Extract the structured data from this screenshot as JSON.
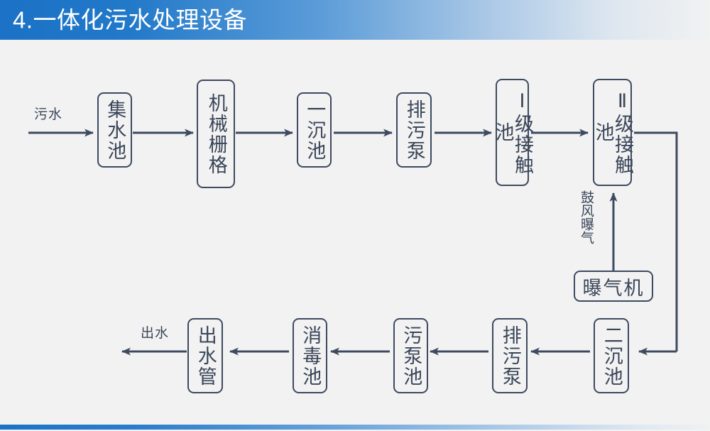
{
  "header": {
    "title": "4.一体化污水处理设备",
    "bar_color": "#1b72c6",
    "text_color": "#ffffff"
  },
  "footer": {
    "bar_color": "#1b72c6"
  },
  "diagram": {
    "line_color": "#3d4a60",
    "background": "#f2f2f2",
    "inlet_label": "污水",
    "outlet_label": "出水",
    "aeration_label": "鼓风曝气",
    "top_row": [
      {
        "id": "collection-tank",
        "label": "集水池"
      },
      {
        "id": "mechanical-grille",
        "label": "机械栅格"
      },
      {
        "id": "primary-sedimentation-tank",
        "label": "一沉池"
      },
      {
        "id": "sewage-pump",
        "label": "排污泵"
      },
      {
        "id": "contact-tank-1",
        "label": "Ⅰ级接触池"
      },
      {
        "id": "contact-tank-2",
        "label": "Ⅱ级接触池"
      }
    ],
    "aerator": {
      "id": "aerator",
      "label": "曝气机"
    },
    "bottom_row": [
      {
        "id": "outlet-pipe",
        "label": "出水管"
      },
      {
        "id": "disinfection-tank",
        "label": "消毒池"
      },
      {
        "id": "sludge-pump-tank",
        "label": "污泵池"
      },
      {
        "id": "sewage-pump-2",
        "label": "排污泵"
      },
      {
        "id": "secondary-sedimentation-tank",
        "label": "二沉池"
      }
    ]
  }
}
